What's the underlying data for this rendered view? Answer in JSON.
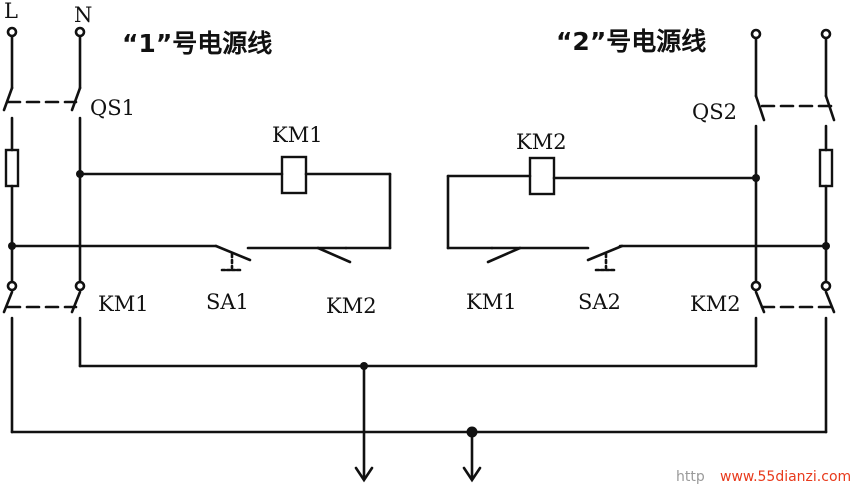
{
  "titles": {
    "left": "“1”号电源线",
    "right": "“2”号电源线"
  },
  "terminals": {
    "L": "L",
    "N": "N"
  },
  "components": {
    "qs1": "QS1",
    "qs2": "QS2",
    "km1_coil": "KM1",
    "km2_coil": "KM2",
    "km1_main": "KM1",
    "km2_main": "KM2",
    "sa1": "SA1",
    "sa2": "SA2",
    "km2_interlock": "KM2",
    "km1_interlock": "KM1"
  },
  "watermark": {
    "prefix": "http",
    "site": "www.55dianzi.com"
  },
  "colors": {
    "line": "#111111",
    "watermark_site": "#e83a1c",
    "watermark_prefix": "#9a9a9a"
  }
}
